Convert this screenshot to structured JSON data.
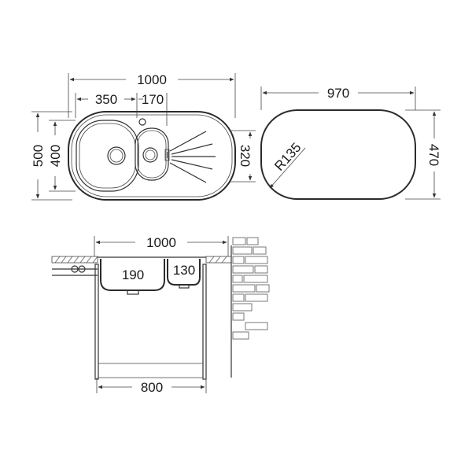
{
  "top_view": {
    "overall_width": "1000",
    "main_bowl_width": "350",
    "small_bowl_width": "170",
    "overall_depth": "500",
    "bowl_depth": "400",
    "bowl_inner_depth": "320"
  },
  "cutout_view": {
    "width": "970",
    "depth": "470",
    "radius": "R135"
  },
  "section_view": {
    "overall_width": "1000",
    "main_bowl_depth": "190",
    "small_bowl_depth": "130",
    "cabinet_width": "800"
  }
}
